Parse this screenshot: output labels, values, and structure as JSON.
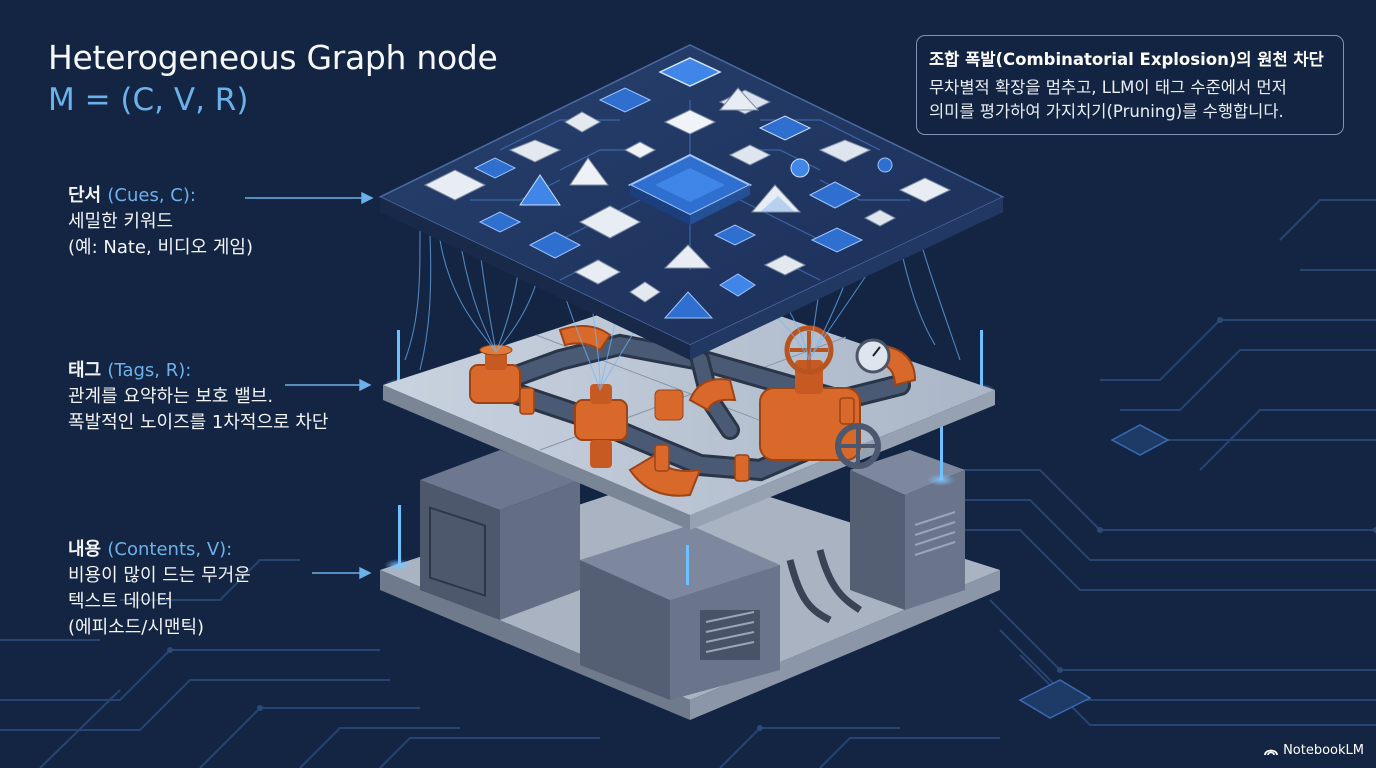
{
  "header": {
    "title": "Heterogeneous Graph node",
    "formula": "M = (C, V, R)"
  },
  "labels": {
    "cues": {
      "heading": "단서",
      "heading_paren": "(Cues, C):",
      "line1": "세밀한 키워드",
      "line2": "(예: Nate, 비디오 게임)"
    },
    "tags": {
      "heading": "태그",
      "heading_paren": "(Tags, R):",
      "line1": "관계를 요약하는 보호 밸브.",
      "line2": "폭발적인 노이즈를 1차적으로 차단"
    },
    "contents": {
      "heading": "내용",
      "heading_paren": "(Contents, V):",
      "line1": "비용이 많이 드는 무거운",
      "line2": "텍스트 데이터",
      "line3": "(에피소드/시맨틱)"
    }
  },
  "callout": {
    "title": "조합 폭발(Combinatorial Explosion)의 원천 차단",
    "line1": "무차별적 확장을 멈추고, LLM이 태그 수준에서 먼저",
    "line2": "의미를 평가하여 가지치기(Pruning)를 수행합니다."
  },
  "brand": {
    "name": "NotebookLM"
  },
  "colors": {
    "background": "#142543",
    "accent_blue": "#6cb2ea",
    "valve_orange": "#d9692b",
    "chip_blue": "#2f6fcf"
  }
}
